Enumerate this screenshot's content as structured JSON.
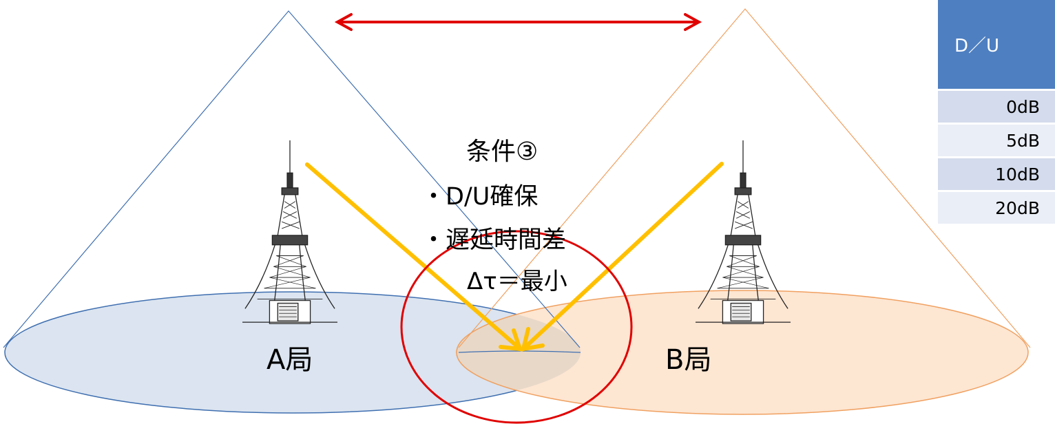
{
  "condition": {
    "title": "条件③",
    "lines": [
      "・D/U確保",
      "・遅延時間差",
      "Δτ＝最小"
    ]
  },
  "stations": {
    "a": {
      "label": "A局",
      "fill": "#dbe4f0",
      "edge": "#3f6fb0"
    },
    "b": {
      "label": "B局",
      "fill": "#fde6d2",
      "edge": "#f0a060"
    }
  },
  "du_table": {
    "header": "D／U",
    "rows": [
      "0dB",
      "5dB",
      "10dB",
      "20dB"
    ]
  },
  "colors": {
    "signal_arrow": "#ffc000",
    "distance_arrow": "#e00000",
    "overlap_circle": "#e00000",
    "overlap_fill": "#e8d8c8",
    "table_header": "#4e7fc1"
  }
}
